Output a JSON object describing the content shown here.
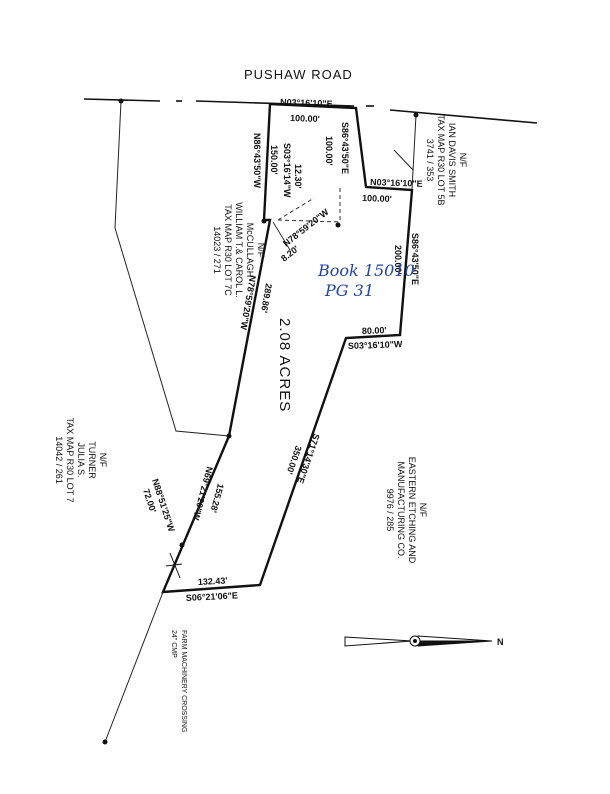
{
  "road": {
    "name": "PUSHAW ROAD"
  },
  "bearings": {
    "top": "N03°16'10\"E",
    "top_len": "100.00'",
    "left_upper": "N86°43'50\"W",
    "left_upper_len": "150.00'",
    "inner": "S03°16'14\"W",
    "inner_len": "12.30'",
    "right_upper": "S86°43'50\"E",
    "right_upper_len": "100.00'",
    "mid": "N03°16'10\"E",
    "mid_len": "100.00'",
    "corner": "N78°59'20\"W",
    "corner_len": "8.20'",
    "right_mid": "S86°43'50\"E",
    "right_mid_len": "200.00'",
    "diag": "N78°59'20\"W",
    "diag_len": "289.86'",
    "low": "S03°16'10\"W",
    "low_len": "80.00'",
    "right_long": "S71°14'30\"E",
    "right_long_len": "350.00'",
    "left_lower": "N69°21'20\"W",
    "left_lower_len": "155.28'",
    "small": "N88°51'25\"W",
    "small_len": "72.00'",
    "bottom": "S06°21'06\"E",
    "bottom_len": "132.43'"
  },
  "area": {
    "text": "2.08 ACRES"
  },
  "handwriting": {
    "line1": "Book 15010",
    "line2": "PG 31"
  },
  "owners": {
    "smith": [
      "N/F",
      "IAN DAVIS SMITH",
      "TAX MAP R30 LOT 5B",
      "3741 / 353"
    ],
    "mccullagh": [
      "N/F",
      "McCULLAGH",
      "WILLIAM T.& CAROL L.",
      "TAX MAP R30 LOT 7C",
      "14023 / 271"
    ],
    "turner": [
      "N/F",
      "TURNER",
      "JULIA S.",
      "TAX MAP R30 LOT 7",
      "14042 / 261"
    ],
    "eastern": [
      "N/F",
      "EASTERN ETCHING AND",
      "MANUFACTURING CO.",
      "9976 / 285"
    ]
  },
  "crossing": {
    "line1": "FARM MACHINERY CROSSING",
    "line2": "24\" CMP"
  },
  "north": {
    "label": "N"
  }
}
